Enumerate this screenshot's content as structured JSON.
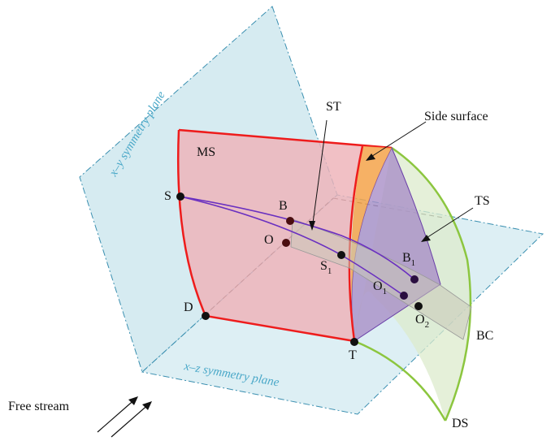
{
  "labels": {
    "xy_plane": "x–y symmetry plane",
    "xz_plane": "x–z symmetry plane",
    "free_stream": "Free stream",
    "ST": "ST",
    "side_surface": "Side surface",
    "MS": "MS",
    "TS": "TS",
    "S": "S",
    "B": "B",
    "O": "O",
    "S1_main": "S",
    "S1_sub": "1",
    "B1_main": "B",
    "B1_sub": "1",
    "O1_main": "O",
    "O1_sub": "1",
    "O2_main": "O",
    "O2_sub": "2",
    "D": "D",
    "T": "T",
    "BC": "BC",
    "DS": "DS"
  },
  "colors": {
    "plane_fill": "#cfe8ef",
    "plane_edge": "#3a8fb0",
    "ms_fill": "#eeb2b8",
    "ms_edge": "#ee1c1c",
    "ts_fill": "#a98fc7",
    "ts_edge": "#6a40a8",
    "side_fill": "#f5a34a",
    "ds_fill": "#dcebcc",
    "ds_edge": "#8cc63f",
    "bc_fill": "#c8c8b8",
    "curve": "#6a30c0",
    "point": "#111111"
  }
}
